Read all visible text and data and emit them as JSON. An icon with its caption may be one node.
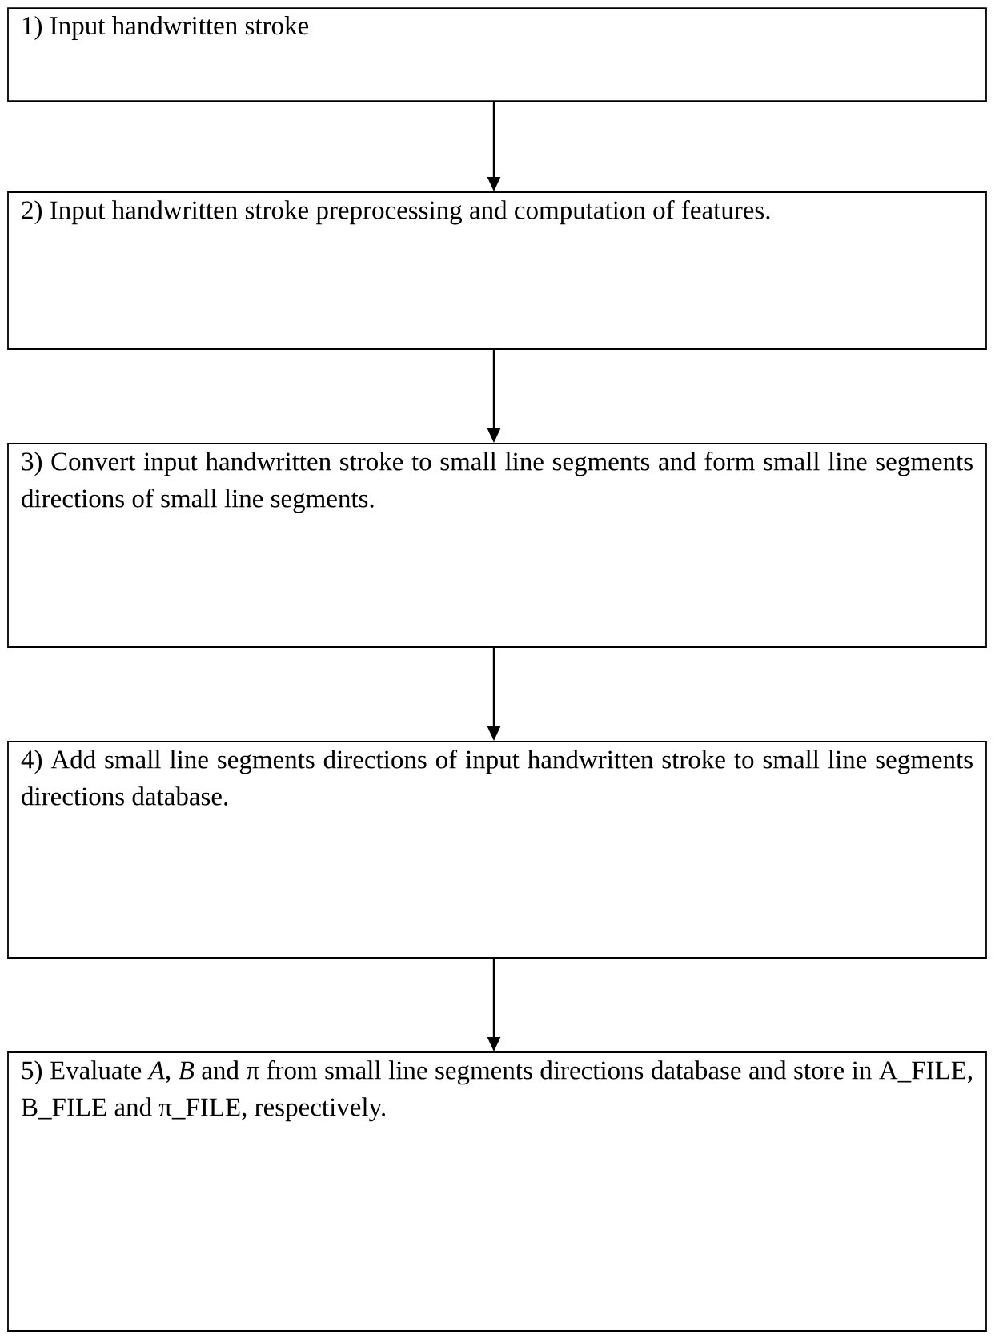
{
  "diagram": {
    "nodes": [
      {
        "text": [
          "1) Input handwritten stroke"
        ]
      },
      {
        "text": [
          "2) Input handwritten stroke preprocessing and computation of features."
        ]
      },
      {
        "text": [
          "3) Convert input handwritten stroke to small line segments and form small line segments directions of small line segments."
        ]
      },
      {
        "text": [
          "4) Add small line segments directions of input handwritten stroke to small line segments directions database."
        ]
      },
      {
        "text": [
          "5) Evaluate *A*, *B* and π from small line segments directions database and store in A_FILE, B_FILE and π_FILE, respectively."
        ]
      }
    ],
    "edges": [
      {
        "from": 0,
        "to": 1,
        "arrow": "to"
      },
      {
        "from": 1,
        "to": 2,
        "arrow": "to"
      },
      {
        "from": 2,
        "to": 3,
        "arrow": "to"
      },
      {
        "from": 3,
        "to": 4,
        "arrow": "to"
      }
    ]
  }
}
